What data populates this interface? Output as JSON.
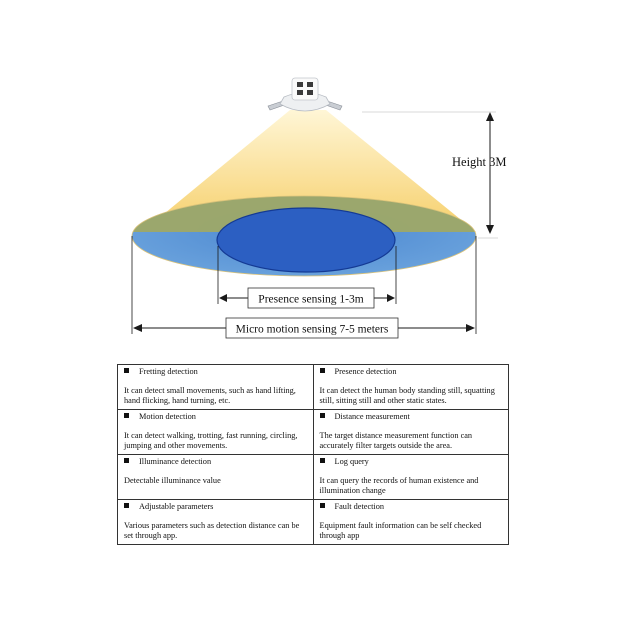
{
  "diagram": {
    "height_label": "Height 3M",
    "presence_label": "Presence sensing 1-3m",
    "micro_motion_label": "Micro motion sensing 7-5 meters",
    "colors": {
      "cone": "#fbe39a",
      "outer_area": "#5b96d6",
      "inner_area": "#2c5fc2",
      "ring_overlap": "#9ea867"
    }
  },
  "features": [
    [
      {
        "title": "Fretting detection",
        "desc": "It can detect small movements, such as hand lifting, hand flicking, hand turning, etc."
      },
      {
        "title": "Presence detection",
        "desc": "It can detect the human body standing still, squatting still, sitting still and other static states."
      }
    ],
    [
      {
        "title": "Motion detection",
        "desc": "It can detect walking, trotting, fast running, circling, jumping and other movements."
      },
      {
        "title": "Distance measurement",
        "desc": "The target distance measurement function can accurately filter targets outside the area."
      }
    ],
    [
      {
        "title": "Illuminance detection",
        "desc": "Detectable illuminance value"
      },
      {
        "title": "Log query",
        "desc": "It can query the records of human existence and illumination change"
      }
    ],
    [
      {
        "title": "Adjustable parameters",
        "desc": "Various parameters such as detection distance can be set through app."
      },
      {
        "title": "Fault detection",
        "desc": "Equipment fault information can be self checked through app"
      }
    ]
  ]
}
